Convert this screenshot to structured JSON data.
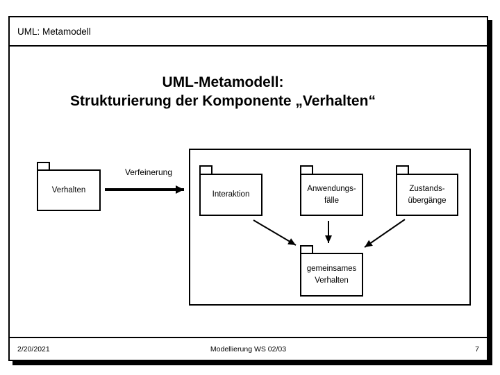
{
  "header": {
    "title": "UML: Metamodell"
  },
  "slide": {
    "title_line1": "UML-Metamodell:",
    "title_line2": "Strukturierung der Komponente „Verhalten“"
  },
  "diagram": {
    "arrow_label": "Verfeinerung",
    "packages": {
      "verhalten": "Verhalten",
      "interaktion": "Interaktion",
      "anwendungsfaelle": "Anwendungs-\nfälle",
      "zustandsuebergaenge": "Zustands-\nübergänge",
      "gemeinsames_verhalten": "gemeinsames\nVerhalten"
    }
  },
  "footer": {
    "date": "2/20/2021",
    "center": "Modellierung WS 02/03",
    "page_number": "7"
  },
  "colors": {
    "ink": "#000000",
    "paper": "#ffffff"
  }
}
